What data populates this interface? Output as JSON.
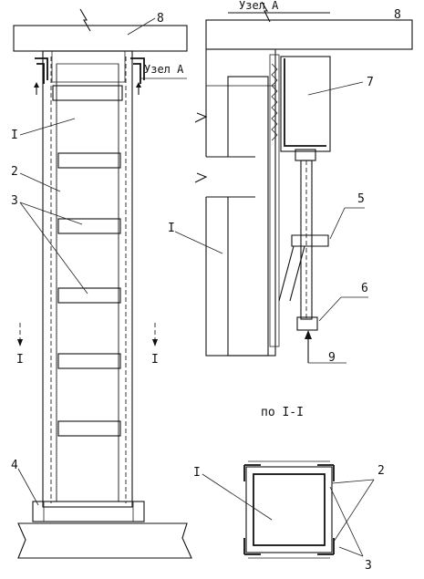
{
  "labels": {
    "node_a_left": "Узел А",
    "node_a_top": "Узел А",
    "section_title": "по I-I",
    "section_mark_left": "I",
    "section_mark_right": "I",
    "n8_left": "8",
    "n8_right": "8",
    "n7": "7",
    "n5": "5",
    "n6": "6",
    "n9": "9",
    "n1_column": "I",
    "n2_column": "2",
    "n3_column": "3",
    "n4_column": "4",
    "n1_node": "I",
    "n1_section": "I",
    "n2_section": "2",
    "n3_section": "3"
  },
  "colors": {
    "ink": "#111111",
    "concrete_fill": "#e6e6e6",
    "dark_hatch": "#2a2a2a",
    "background": "#ffffff"
  }
}
